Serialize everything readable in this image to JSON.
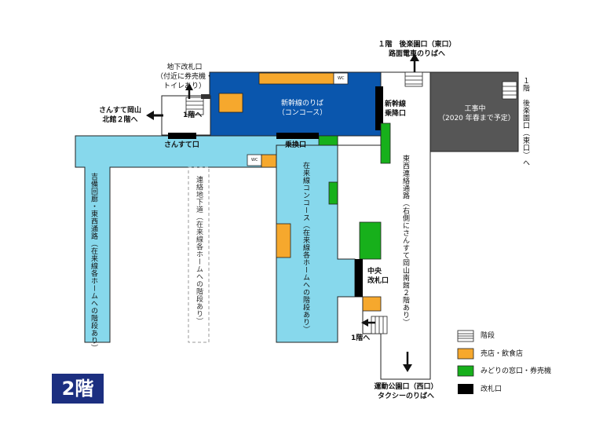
{
  "floor_label": "2階",
  "colors": {
    "shinkansen": "#0a56ad",
    "concourse": "#87d8ec",
    "shop": "#f6a82d",
    "ticket": "#17b01b",
    "gate": "#000000",
    "construction": "#565656"
  },
  "labels": {
    "underground_gate": "地下改札口\n（付近に券売機・\nトイレあり）",
    "north_exit": "さんすて岡山\n北館２階へ",
    "to_1f_left": "1階へ",
    "sansute_gate": "さんすて口",
    "transfer_gate": "乗換口",
    "shinkansen_platform": "新幹線のりば\n（コンコース）",
    "shinkansen_exit": "新幹線\n乗降口",
    "east_1f": "１階　後楽園口（東口）\n路面電車のりばへ",
    "construction": "工事中\n（2020 年春まで予定）",
    "east_side_vertical": "１階　後楽園口（東口）へ",
    "wc": "WC",
    "kibi": "吉備回廊・東西通路（在来線各ホームへの階段あり）",
    "underground_path": "連絡地下道（在来線各ホームへの階段あり）",
    "conventional": "在来線コンコース（在来線各ホームへの階段あり）",
    "east_west": "東西連絡通路（右側にさんすて岡山南館２階あり）",
    "central_gate": "中央\n改札口",
    "to_1f_center": "1階へ",
    "west_exit": "運動公園口（西口）\nタクシーのりばへ"
  },
  "legend": [
    {
      "key": "stairs",
      "label": "階段"
    },
    {
      "key": "shop",
      "label": "売店・飲食店"
    },
    {
      "key": "ticket",
      "label": "みどりの窓口・券売機"
    },
    {
      "key": "gate",
      "label": "改札口"
    }
  ]
}
